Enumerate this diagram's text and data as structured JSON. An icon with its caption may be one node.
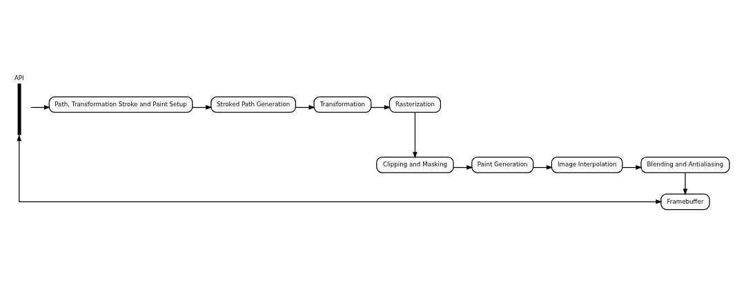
{
  "diagram": {
    "nodes": [
      {
        "text": [
          "API"
        ]
      },
      {
        "text": [
          "Path, Transformation Stroke and Paint Setup"
        ]
      },
      {
        "text": [
          "Stroked Path Generation"
        ]
      },
      {
        "text": [
          "Transformation"
        ]
      },
      {
        "text": [
          "Rasterization"
        ]
      },
      {
        "text": [
          "Clipping and Masking"
        ]
      },
      {
        "text": [
          "Paint Generation"
        ]
      },
      {
        "text": [
          "Image Interpolation"
        ]
      },
      {
        "text": [
          "Blending and Antialiasing"
        ]
      },
      {
        "text": [
          "Framebuffer"
        ]
      }
    ],
    "edges": [
      {
        "from": 0,
        "to": 1,
        "arrow": "to"
      },
      {
        "from": 1,
        "to": 2,
        "arrow": "to"
      },
      {
        "from": 2,
        "to": 3,
        "arrow": "to"
      },
      {
        "from": 3,
        "to": 4,
        "arrow": "to"
      },
      {
        "from": 4,
        "to": 5,
        "arrow": "to"
      },
      {
        "from": 5,
        "to": 6,
        "arrow": "to"
      },
      {
        "from": 6,
        "to": 7,
        "arrow": "to"
      },
      {
        "from": 7,
        "to": 8,
        "arrow": "to"
      },
      {
        "from": 8,
        "to": 9,
        "arrow": "to"
      },
      {
        "from": 9,
        "to": 0,
        "arrow": "both"
      }
    ]
  }
}
